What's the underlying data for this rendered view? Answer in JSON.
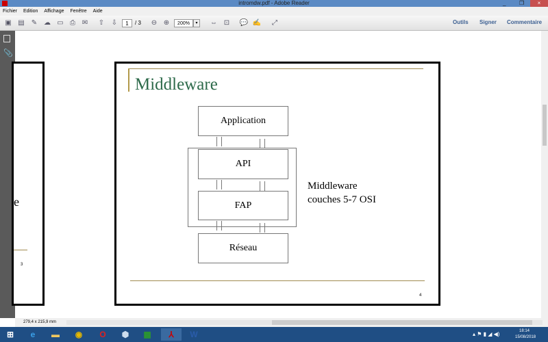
{
  "window": {
    "title": "intromdw.pdf - Adobe Reader",
    "min": "_",
    "max": "❐",
    "close": "×"
  },
  "menu": [
    "Fichier",
    "Edition",
    "Affichage",
    "Fenêtre",
    "Aide"
  ],
  "toolbar": {
    "page_current": "1",
    "page_total": "/ 3",
    "zoom": "200%",
    "tools": "Outils",
    "sign": "Signer",
    "comment": "Commentaire"
  },
  "slide": {
    "title": "Middleware",
    "boxes": [
      "Application",
      "API",
      "FAP",
      "Réseau"
    ],
    "label1": "Middleware",
    "label2": "couches 5-7 OSI",
    "page_number": "4"
  },
  "prev_page": {
    "page_number": "3",
    "fragment": "e"
  },
  "status": {
    "size": "279,4 x 215,9 mm"
  },
  "taskbar": {
    "time": "18:14",
    "date": "15/08/2018"
  }
}
